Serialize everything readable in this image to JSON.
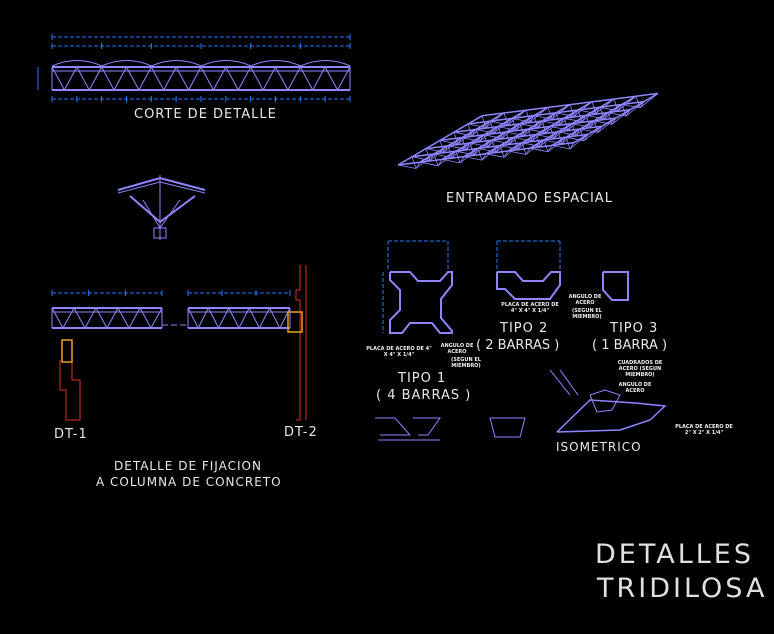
{
  "colors": {
    "background": "#000000",
    "structure": "#8f86ff",
    "dimension": "#1e7bff",
    "text": "#e8e8e8",
    "highlight": "#f0a020",
    "column": "#e03020"
  },
  "labels": {
    "corte": "CORTE DE DETALLE",
    "entramado": "ENTRAMADO ESPACIAL",
    "tipo1": "TIPO 1",
    "tipo1_sub": "( 4 BARRAS )",
    "tipo2": "TIPO 2",
    "tipo2_sub": "( 2 BARRAS )",
    "tipo3": "TIPO 3",
    "tipo3_sub": "( 1 BARRA )",
    "isometrico": "ISOMETRICO",
    "dt1": "DT-1",
    "dt2": "DT-2",
    "fijacion1": "DETALLE DE FIJACION",
    "fijacion2": "A COLUMNA DE CONCRETO",
    "title1": "DETALLES",
    "title2": "TRIDILOSA"
  },
  "notes": {
    "placa1": "PLACA DE ACERO DE 4\" X 4\" X 1/4\"",
    "angulo1": "ANGULO DE ACERO",
    "segun1": "(SEGUN EL MIEMBRO)",
    "placa2": "PLACA DE ACERO DE 4\" X 4\" X 1/4\"",
    "angulo2": "ANGULO DE ACERO",
    "segun2": "(SEGUN EL MIEMBRO)",
    "cuadrados": "CUADRADOS DE ACERO (SEGUN MIEMBRO)",
    "angulo3": "ANGULO DE ACERO",
    "placa3": "PLACA DE ACERO DE 2\" X 2\" X 1/4\""
  }
}
